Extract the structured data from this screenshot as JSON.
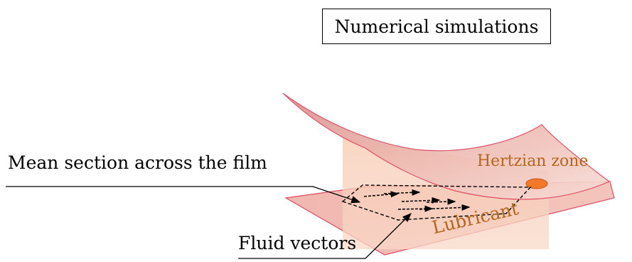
{
  "title": "Numerical simulations",
  "labels": {
    "mean_section": "Mean section across the film",
    "fluid_vectors": "Fluid vectors",
    "hertzian_zone": "Hertzian zone",
    "lubricant": "Lubricant"
  },
  "colors": {
    "surface_fill": "#f5c3b8",
    "surface_edge": "#d9415a",
    "cap_fill": "#e7a39a",
    "section_fill": "#f6cdb7",
    "hertz_spot": "#f07a2a",
    "label_orange": "#b5651d"
  }
}
